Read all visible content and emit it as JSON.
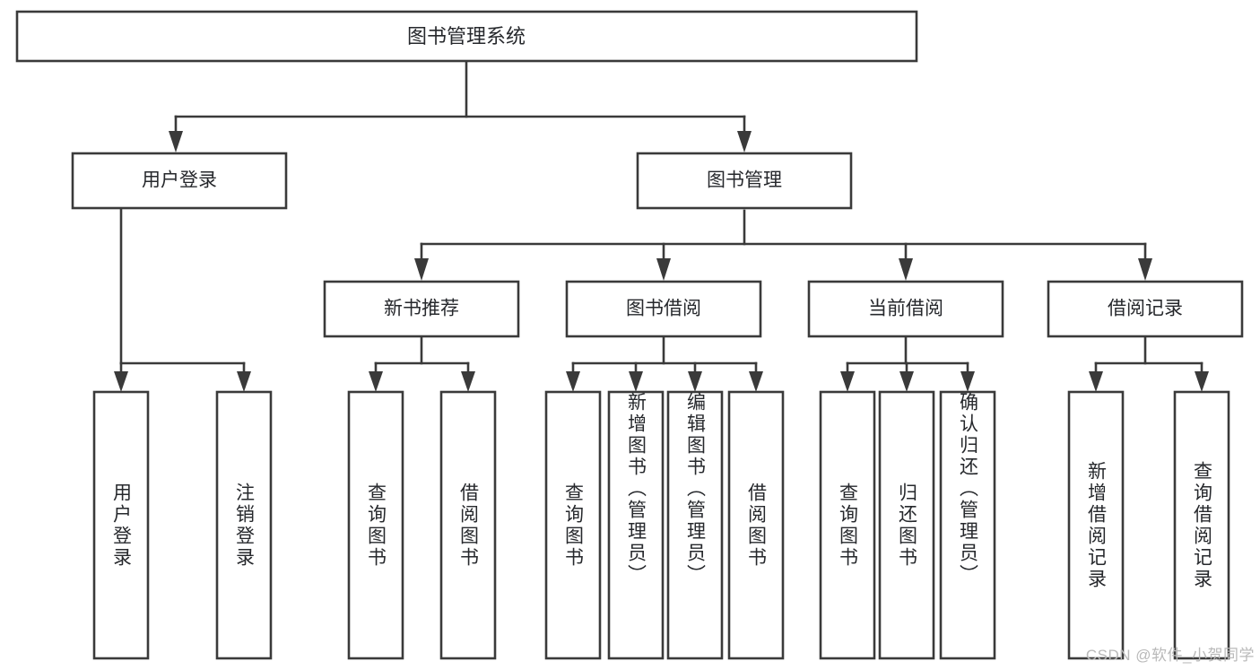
{
  "diagram": {
    "title": "图书管理系统",
    "type": "tree",
    "watermark": "CSDN @软件_小贺同学",
    "colors": {
      "box_stroke": "#3a3a3a",
      "box_fill": "#ffffff",
      "text": "#26282c",
      "connector": "#3a3a3a",
      "watermark": "#b9b9b9",
      "background": "#ffffff"
    },
    "levels": {
      "root": {
        "label": "图书管理系统"
      },
      "level2": [
        {
          "label": "用户登录"
        },
        {
          "label": "图书管理"
        }
      ],
      "level3": [
        {
          "label": "新书推荐"
        },
        {
          "label": "图书借阅"
        },
        {
          "label": "当前借阅"
        },
        {
          "label": "借阅记录"
        }
      ],
      "leaves": {
        "user_login": [
          {
            "label": "用户登录"
          },
          {
            "label": "注销登录"
          }
        ],
        "new_book": [
          {
            "label": "查询图书"
          },
          {
            "label": "借阅图书"
          }
        ],
        "book_borrow": [
          {
            "label": "查询图书"
          },
          {
            "label": "新增图书（管理员）"
          },
          {
            "label": "编辑图书（管理员）"
          },
          {
            "label": "借阅图书"
          }
        ],
        "current_borrow": [
          {
            "label": "查询图书"
          },
          {
            "label": "归还图书"
          },
          {
            "label": "确认归还（管理员）"
          }
        ],
        "borrow_record": [
          {
            "label": "新增借阅记录"
          },
          {
            "label": "查询借阅记录"
          }
        ]
      }
    }
  }
}
